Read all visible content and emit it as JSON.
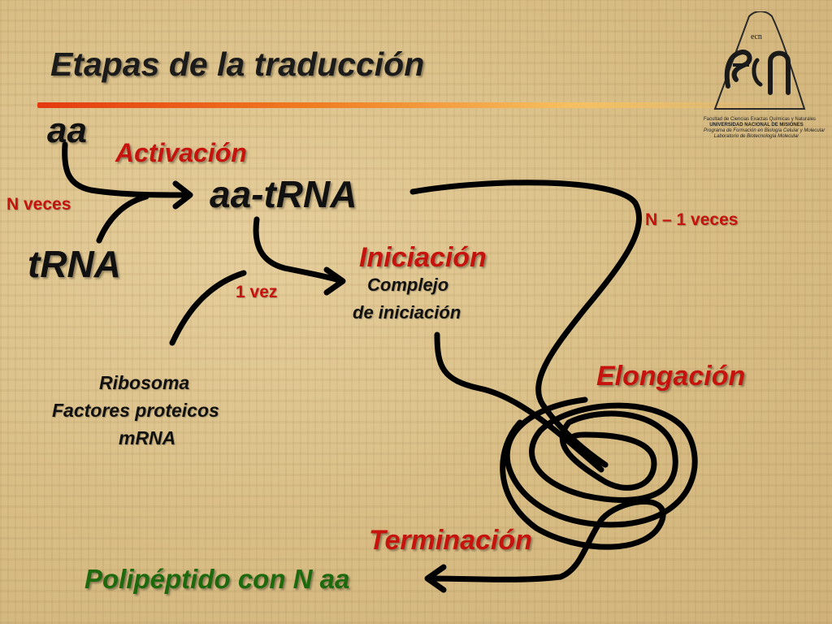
{
  "title": "Etapas de la traducción",
  "labels": {
    "aa": "aa",
    "trna": "tRNA",
    "aa_trna": "aa-tRNA",
    "activacion": "Activación",
    "n_veces": "N veces",
    "iniciacion": "Iniciación",
    "un_vez": "1 vez",
    "complejo_line1": "Complejo",
    "complejo_line2": "de iniciación",
    "ribosoma": "Ribosoma",
    "factores": "Factores proteicos",
    "mrna": "mRNA",
    "n_minus_1": "N – 1 veces",
    "elongacion": "Elongación",
    "terminacion": "Terminación",
    "polipeptido": "Polipéptido con N aa"
  },
  "logo": {
    "mark": "ecn",
    "line1": "Facultad de Ciencias Exactas Químicas y Naturales",
    "line2": "UNIVERSIDAD NACIONAL DE MISIONES",
    "line3": "Programa de Formación en Biología Celular y Molecular",
    "line4": "Laboratorio de Biotecnología Molecular"
  },
  "colors": {
    "background": "#dcc28a",
    "title": "#1b1b1b",
    "red_labels": "#c6130e",
    "green_label": "#1d6a0e",
    "arrows": "#000000"
  }
}
